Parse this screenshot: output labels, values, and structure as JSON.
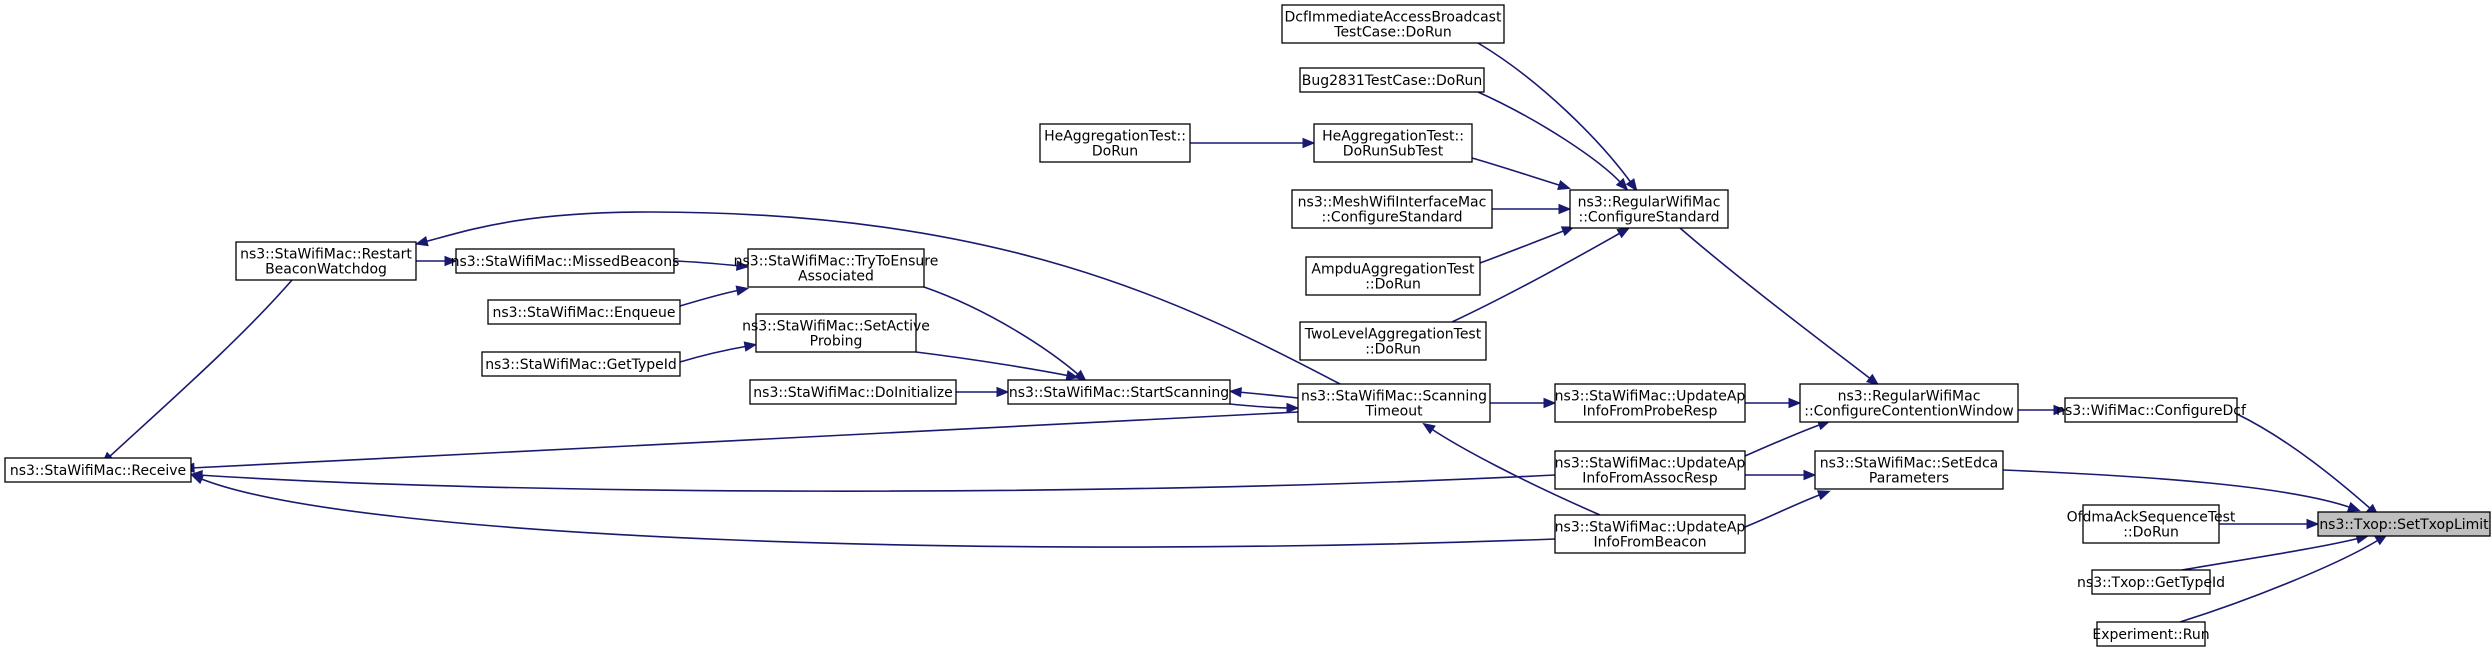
{
  "nodes": [
    {
      "id": "settxoplimit",
      "lines": [
        "ns3::Txop::SetTxopLimit"
      ],
      "root": true
    },
    {
      "id": "configuredcf",
      "lines": [
        "ns3::WifiMac::ConfigureDcf"
      ]
    },
    {
      "id": "ofdmaack",
      "lines": [
        "OfdmaAckSequenceTest",
        "::DoRun"
      ]
    },
    {
      "id": "txopgettypeid",
      "lines": [
        "ns3::Txop::GetTypeId"
      ]
    },
    {
      "id": "experimentrun",
      "lines": [
        "Experiment::Run"
      ]
    },
    {
      "id": "contentionwindow",
      "lines": [
        "ns3::RegularWifiMac",
        "::ConfigureContentionWindow"
      ]
    },
    {
      "id": "setedca",
      "lines": [
        "ns3::StaWifiMac::SetEdca",
        "Parameters"
      ]
    },
    {
      "id": "configurestandard",
      "lines": [
        "ns3::RegularWifiMac",
        "::ConfigureStandard"
      ]
    },
    {
      "id": "probeResp",
      "lines": [
        "ns3::StaWifiMac::UpdateAp",
        "InfoFromProbeResp"
      ]
    },
    {
      "id": "assocResp",
      "lines": [
        "ns3::StaWifiMac::UpdateAp",
        "InfoFromAssocResp"
      ]
    },
    {
      "id": "beacon",
      "lines": [
        "ns3::StaWifiMac::UpdateAp",
        "InfoFromBeacon"
      ]
    },
    {
      "id": "dcfimmediate",
      "lines": [
        "DcfImmediateAccessBroadcast",
        "TestCase::DoRun"
      ]
    },
    {
      "id": "bug2831",
      "lines": [
        "Bug2831TestCase::DoRun"
      ]
    },
    {
      "id": "heaggsub",
      "lines": [
        "HeAggregationTest::",
        "DoRunSubTest"
      ]
    },
    {
      "id": "meshconfig",
      "lines": [
        "ns3::MeshWifiInterfaceMac",
        "::ConfigureStandard"
      ]
    },
    {
      "id": "ampdu",
      "lines": [
        "AmpduAggregationTest",
        "::DoRun"
      ]
    },
    {
      "id": "twolevel",
      "lines": [
        "TwoLevelAggregationTest",
        "::DoRun"
      ]
    },
    {
      "id": "heagg",
      "lines": [
        "HeAggregationTest::",
        "DoRun"
      ]
    },
    {
      "id": "scanningtimeout",
      "lines": [
        "ns3::StaWifiMac::Scanning",
        "Timeout"
      ]
    },
    {
      "id": "startscanning",
      "lines": [
        "ns3::StaWifiMac::StartScanning"
      ]
    },
    {
      "id": "receive",
      "lines": [
        "ns3::StaWifiMac::Receive"
      ]
    },
    {
      "id": "tryensure",
      "lines": [
        "ns3::StaWifiMac::TryToEnsure",
        "Associated"
      ]
    },
    {
      "id": "setactiveprobing",
      "lines": [
        "ns3::StaWifiMac::SetActive",
        "Probing"
      ]
    },
    {
      "id": "doinitialize",
      "lines": [
        "ns3::StaWifiMac::DoInitialize"
      ]
    },
    {
      "id": "missedbeacons",
      "lines": [
        "ns3::StaWifiMac::MissedBeacons"
      ]
    },
    {
      "id": "enqueue",
      "lines": [
        "ns3::StaWifiMac::Enqueue"
      ]
    },
    {
      "id": "stagettypeid",
      "lines": [
        "ns3::StaWifiMac::GetTypeId"
      ]
    },
    {
      "id": "restartbeacon",
      "lines": [
        "ns3::StaWifiMac::Restart",
        "BeaconWatchdog"
      ]
    }
  ],
  "edges": [
    {
      "from": "configuredcf",
      "to": "settxoplimit"
    },
    {
      "from": "ofdmaack",
      "to": "settxoplimit"
    },
    {
      "from": "txopgettypeid",
      "to": "settxoplimit"
    },
    {
      "from": "experimentrun",
      "to": "settxoplimit"
    },
    {
      "from": "setedca",
      "to": "settxoplimit"
    },
    {
      "from": "contentionwindow",
      "to": "configuredcf"
    },
    {
      "from": "configurestandard",
      "to": "contentionwindow"
    },
    {
      "from": "probeResp",
      "to": "contentionwindow"
    },
    {
      "from": "assocResp",
      "to": "contentionwindow"
    },
    {
      "from": "assocResp",
      "to": "setedca"
    },
    {
      "from": "beacon",
      "to": "setedca"
    },
    {
      "from": "dcfimmediate",
      "to": "configurestandard"
    },
    {
      "from": "bug2831",
      "to": "configurestandard"
    },
    {
      "from": "heaggsub",
      "to": "configurestandard"
    },
    {
      "from": "meshconfig",
      "to": "configurestandard"
    },
    {
      "from": "ampdu",
      "to": "configurestandard"
    },
    {
      "from": "twolevel",
      "to": "configurestandard"
    },
    {
      "from": "heagg",
      "to": "heaggsub"
    },
    {
      "from": "scanningtimeout",
      "to": "probeResp"
    },
    {
      "from": "scanningtimeout",
      "to": "startscanning"
    },
    {
      "from": "startscanning",
      "to": "scanningtimeout"
    },
    {
      "from": "scanningtimeout",
      "to": "receive"
    },
    {
      "from": "scanningtimeout",
      "to": "restartbeacon"
    },
    {
      "from": "beacon",
      "to": "scanningtimeout"
    },
    {
      "from": "assocResp",
      "to": "receive"
    },
    {
      "from": "beacon",
      "to": "receive"
    },
    {
      "from": "tryensure",
      "to": "startscanning"
    },
    {
      "from": "setactiveprobing",
      "to": "startscanning"
    },
    {
      "from": "doinitialize",
      "to": "startscanning"
    },
    {
      "from": "missedbeacons",
      "to": "tryensure"
    },
    {
      "from": "enqueue",
      "to": "tryensure"
    },
    {
      "from": "stagettypeid",
      "to": "setactiveprobing"
    },
    {
      "from": "restartbeacon",
      "to": "missedbeacons"
    },
    {
      "from": "restartbeacon",
      "to": "receive"
    }
  ],
  "colors": {
    "edge": "#191970",
    "root_fill": "#bfbfbf",
    "node_fill": "#ffffff",
    "border": "#000000"
  }
}
